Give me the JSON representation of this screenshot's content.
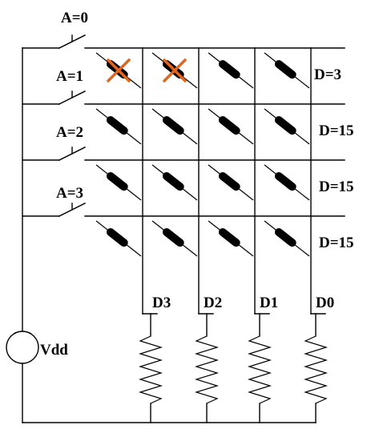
{
  "address_labels": [
    "A=0",
    "A=1",
    "A=2",
    "A=3"
  ],
  "data_out_labels": [
    "D=3",
    "D=15",
    "D=15",
    "D=15"
  ],
  "bit_line_labels": [
    "D3",
    "D2",
    "D1",
    "D0"
  ],
  "supply_label": "Vdd",
  "diode_grid": [
    [
      false,
      false,
      true,
      true
    ],
    [
      true,
      true,
      true,
      true
    ],
    [
      true,
      true,
      true,
      true
    ],
    [
      true,
      true,
      true,
      true
    ]
  ],
  "removed_marker_color": "#e2651b",
  "wire_color": "#000000"
}
